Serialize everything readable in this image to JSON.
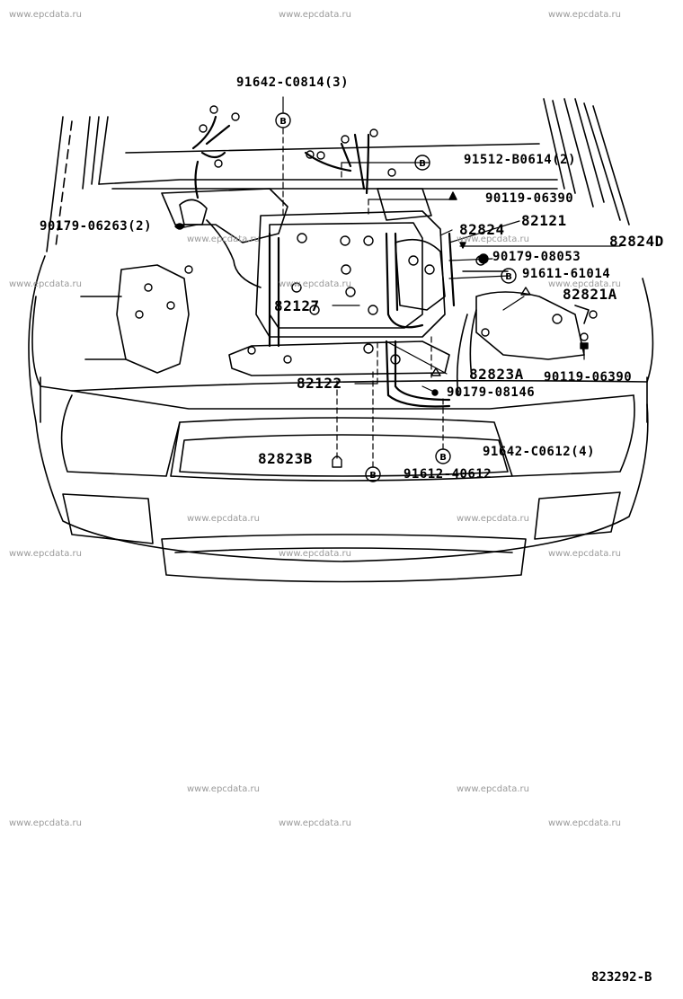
{
  "watermark": "www.epcdata.ru",
  "diagram_code": "823292-B",
  "callout_symbol": "B",
  "labels": {
    "p91642_C0814": "91642-C0814(3)",
    "p91512_B0614": "91512-B0614(2)",
    "p90119_06390_top": "90119-06390",
    "p90179_06263": "90179-06263(2)",
    "p82824": "82824",
    "p82121": "82121",
    "p82824D": "82824D",
    "p90179_08053": "90179-08053",
    "p91611_61014": "91611-61014",
    "p82821A": "82821A",
    "p82127": "82127",
    "p82823A": "82823A",
    "p90119_06390_mid": "90119-06390",
    "p82122": "82122",
    "p90179_08146": "90179-08146",
    "p91642_C0612": "91642-C0612(4)",
    "p82823B": "82823B",
    "p91612_40612": "91612-40612"
  }
}
